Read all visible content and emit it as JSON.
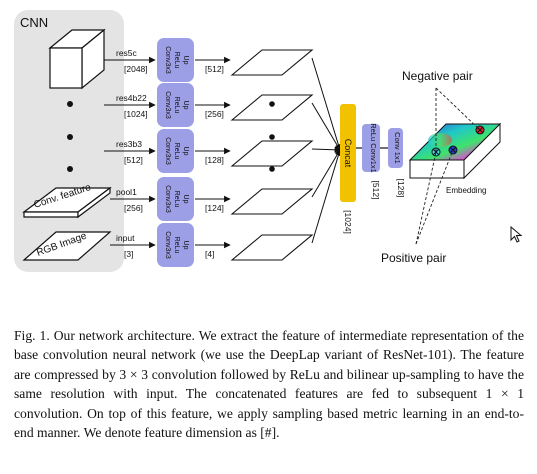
{
  "figure": {
    "cnn_label": "CNN",
    "negative_pair": "Negative pair",
    "positive_pair": "Positive pair",
    "embedding_label": "Embedding",
    "concat_label": "Concat",
    "concat_dim": "[1024]",
    "relu_conv_label": "ReLu Conv1x1",
    "relu_conv_dim": "[512]",
    "final_conv_label": "Conv 1x1",
    "final_conv_dim": "[128]",
    "conv_feature_label": "Conv. feature",
    "rgb_image_label": "RGB Image",
    "branches": [
      {
        "layer": "res5c",
        "in_dim": "[2048]",
        "block": [
          "Up",
          "ReLu",
          "Conv3x3"
        ],
        "out_dim": "[512]"
      },
      {
        "layer": "res4b22",
        "in_dim": "[1024]",
        "block": [
          "Up",
          "ReLu",
          "Conv3x3"
        ],
        "out_dim": "[256]"
      },
      {
        "layer": "res3b3",
        "in_dim": "[512]",
        "block": [
          "Up",
          "ReLu",
          "Conv3x3"
        ],
        "out_dim": "[128]"
      },
      {
        "layer": "pool1",
        "in_dim": "[256]",
        "block": [
          "Up",
          "ReLu",
          "Conv3x3"
        ],
        "out_dim": "[124]"
      },
      {
        "layer": "input",
        "in_dim": "[3]",
        "block": [
          "Up",
          "ReLu",
          "Conv3x3"
        ],
        "out_dim": "[4]"
      }
    ]
  },
  "caption": {
    "text": "Fig. 1.  Our network architecture. We extract the feature of intermediate representation of the base convolution neural network (we use the DeepLap variant of ResNet-101). The feature are compressed by 3 × 3 convolution followed by ReLu and bilinear up-sampling to have the same resolution with input. The concatenated features are fed to subsequent 1 × 1 convolution. On top of this feature, we apply sampling based metric learning in an end-to-end manner. We denote feature dimension as [#]."
  },
  "colors": {
    "cnn_panel": "#e4e4e4",
    "conv_block": "#9d9fe6",
    "concat_block": "#f2c200",
    "arrow": "#111111"
  }
}
